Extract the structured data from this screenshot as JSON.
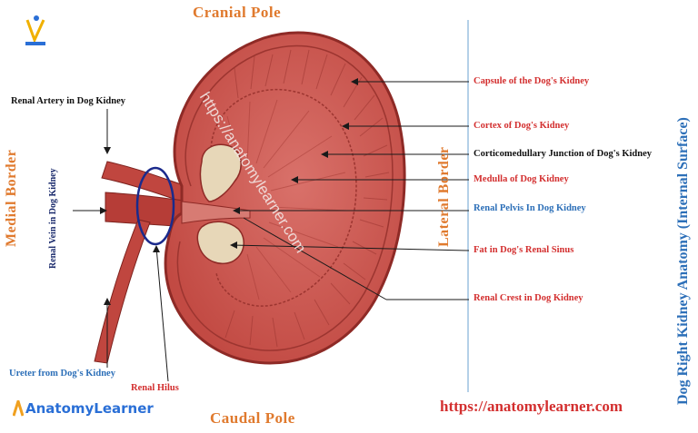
{
  "poles": {
    "cranial": "Cranial  Pole",
    "caudal": "Caudal  Pole"
  },
  "borders": {
    "medial": "Medial Border",
    "lateral": "Lateral Border"
  },
  "side_title": "Dog  Right  Kidney   Anatomy  (Internal  Surface)",
  "labels": {
    "renal_artery": "Renal Artery  in Dog Kidney",
    "renal_vein": "Renal Vein in Dog Kidney",
    "ureter": "Ureter from Dog's Kidney",
    "renal_hilus": "Renal Hilus",
    "capsule": "Capsule of the Dog's Kidney",
    "cortex": "Cortex of Dog's Kidney",
    "corticomedullary": "Corticomedullary Junction of Dog's Kidney",
    "medulla": "Medulla of Dog Kidney",
    "renal_pelvis": "Renal Pelvis In Dog Kidney",
    "renal_sinus_fat": "Fat in Dog's Renal Sinus",
    "renal_crest": "Renal Crest in Dog Kidney"
  },
  "watermark": "https://anatomylearner.com",
  "footer_url": "https://anatomylearner.com",
  "logo": {
    "brand": "AnatomyLearner",
    "corner_mark_letter": "V"
  },
  "colors": {
    "label_red": "#d32f2f",
    "label_blue": "#2c6fb8",
    "orange": "#e07a2e",
    "kidney_red": "#c8504a",
    "kidney_dark": "#8e2a26",
    "vessel": "#c0463f",
    "hilus_circle": "#1a2a8c"
  }
}
